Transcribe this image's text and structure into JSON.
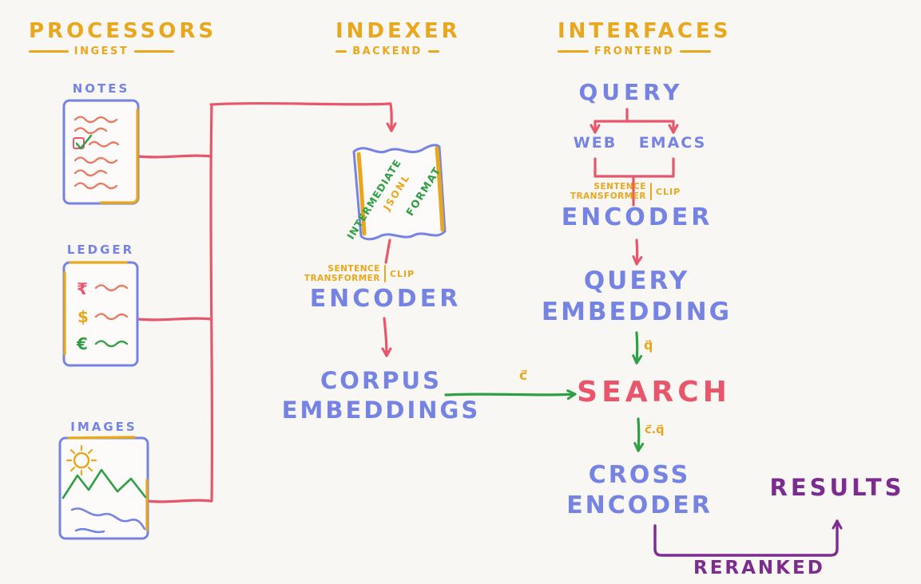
{
  "colors": {
    "background": "#f8f7f4",
    "yellow": "#e8a71c",
    "blue": "#7583e2",
    "red": "#e8566b",
    "green": "#2f9e44",
    "purple": "#7c2c8f",
    "salmon": "#e87a63"
  },
  "headers": {
    "processors": {
      "title": "PROCESSORS",
      "subtitle": "INGEST"
    },
    "indexer": {
      "title": "INDEXER",
      "subtitle": "BACKEND"
    },
    "interfaces": {
      "title": "INTERFACES",
      "subtitle": "FRONTEND"
    }
  },
  "processors": {
    "notes_label": "NOTES",
    "ledger_label": "LEDGER",
    "ledger_symbols": {
      "inr": "₹",
      "usd": "$",
      "eur": "€"
    },
    "images_label": "IMAGES"
  },
  "indexer": {
    "scroll": {
      "left": "INTERMEDIATE",
      "center": "JSONL",
      "right": "FORMAT"
    },
    "model": {
      "line1": "SENTENCE",
      "line2": "TRANSFORMER",
      "alt": "CLIP"
    },
    "encoder": "ENCODER",
    "corpus": {
      "line1": "CORPUS",
      "line2": "EMBEDDINGS"
    },
    "corpus_vector": "c⃗"
  },
  "interfaces": {
    "query": "QUERY",
    "clients": {
      "web": "WEB",
      "emacs": "EMACS"
    },
    "model": {
      "line1": "SENTENCE",
      "line2": "TRANSFORMER",
      "alt": "CLIP"
    },
    "encoder": "ENCODER",
    "query_embedding": {
      "line1": "QUERY",
      "line2": "EMBEDDING"
    },
    "query_vector": "q⃗",
    "search": "SEARCH",
    "similarity_vector": "c⃗.q⃗",
    "cross_encoder": {
      "line1": "CROSS",
      "line2": "ENCODER"
    },
    "reranked": "RERANKED",
    "results": "RESULTS"
  }
}
